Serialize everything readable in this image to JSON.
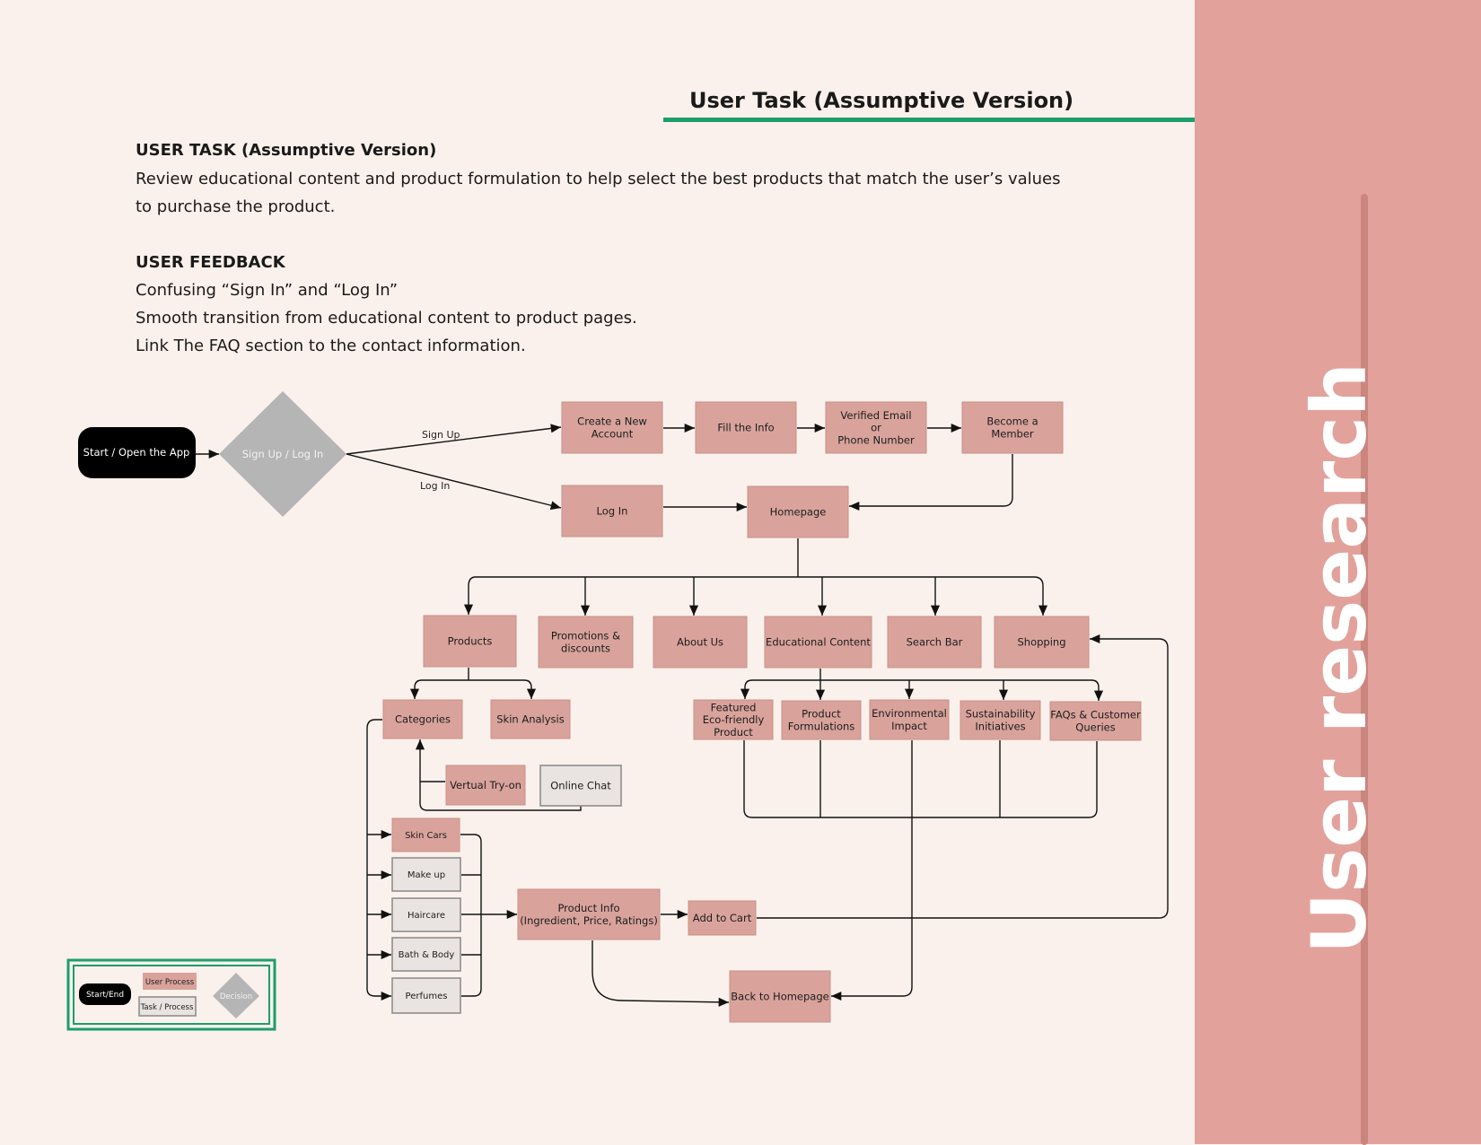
{
  "header": {
    "title": "User Task (Assumptive Version)"
  },
  "sidebar": {
    "title": "User research"
  },
  "task_section": {
    "heading": "USER TASK (Assumptive Version)",
    "lines": [
      "Review educational content and product formulation to help select the best products that match the user’s values",
      "to purchase the product."
    ]
  },
  "feedback_section": {
    "heading": "USER FEEDBACK",
    "lines": [
      "Confusing “Sign In” and “Log In”",
      "Smooth transition from educational content to product pages.",
      "Link The FAQ section to the contact information."
    ]
  },
  "colors": {
    "background": "#fbf1ec",
    "sidebar": "#e2a29b",
    "accent": "#1e9e6a",
    "user_process": "#d9a39c",
    "task_process": "#e9e4e1",
    "decision": "#b5b5b5",
    "start_end": "#000000"
  },
  "diagram": {
    "nodes": {
      "start": [
        "Start / Open the App"
      ],
      "decision": [
        "Sign Up / Log In"
      ],
      "create_account": [
        "Create a New",
        "Account"
      ],
      "fill_info": [
        "Fill the Info"
      ],
      "verified": [
        "Verified Email",
        "or",
        "Phone Number"
      ],
      "become_member": [
        "Become a",
        "Member"
      ],
      "log_in": [
        "Log In"
      ],
      "homepage": [
        "Homepage"
      ],
      "products": [
        "Products"
      ],
      "promotions": [
        "Promotions &",
        "discounts"
      ],
      "about_us": [
        "About Us"
      ],
      "educational": [
        "Educational Content"
      ],
      "search_bar": [
        "Search Bar"
      ],
      "shopping": [
        "Shopping"
      ],
      "categories": [
        "Categories"
      ],
      "skin_analysis": [
        "Skin Analysis"
      ],
      "virtual_tryon": [
        "Vertual Try-on"
      ],
      "online_chat": [
        "Online Chat"
      ],
      "featured": [
        "Featured",
        "Eco-friendly",
        "Product"
      ],
      "formulations": [
        "Product",
        "Formulations"
      ],
      "environmental": [
        "Environmental",
        "Impact"
      ],
      "sustainability": [
        "Sustainability",
        "Initiatives"
      ],
      "faqs": [
        "FAQs & Customer",
        "Queries"
      ],
      "skin_care": [
        "Skin Cars"
      ],
      "make_up": [
        "Make up"
      ],
      "haircare": [
        "Haircare"
      ],
      "bath_body": [
        "Bath & Body"
      ],
      "perfumes": [
        "Perfumes"
      ],
      "product_info": [
        "Product Info",
        "(Ingredient, Price, Ratings)"
      ],
      "add_to_cart": [
        "Add to Cart"
      ],
      "back_home": [
        "Back to Homepage"
      ]
    },
    "edge_labels": {
      "sign_up": "Sign Up",
      "log_in": "Log In"
    },
    "legend": {
      "start_end": "Start/End",
      "user_process": "User Process",
      "task_process": "Task / Process",
      "decision": "Decision"
    }
  }
}
